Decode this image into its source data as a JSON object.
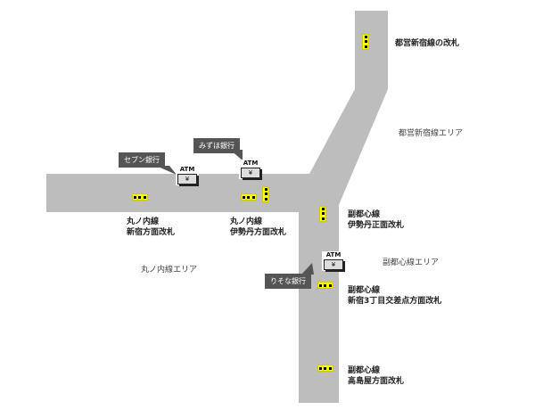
{
  "colors": {
    "corridor": "#bdbdbd",
    "gate": "#ffff00",
    "callout": "#555555"
  },
  "labels": {
    "toei_gate": "都営新宿線の改札",
    "toei_area": "都営新宿線エリア",
    "maru_area": "丸ノ内線エリア",
    "fuku_area": "副都心線エリア",
    "maru_shinjuku": [
      "丸ノ内線",
      "新宿方面改札"
    ],
    "maru_isetan": [
      "丸ノ内線",
      "伊勢丹方面改札"
    ],
    "fuku_isetan": [
      "副都心線",
      "伊勢丹正面改札"
    ],
    "fuku_3chome": [
      "副都心線",
      "新宿3丁目交差点方面改札"
    ],
    "fuku_takashimaya": [
      "副都心線",
      "高島屋方面改札"
    ]
  },
  "atms": [
    {
      "label": "ATM",
      "symbol": "¥",
      "bank": "セブン銀行"
    },
    {
      "label": "ATM",
      "symbol": "¥",
      "bank": "みずほ銀行"
    },
    {
      "label": "ATM",
      "symbol": "¥",
      "bank": "りそな銀行"
    }
  ]
}
